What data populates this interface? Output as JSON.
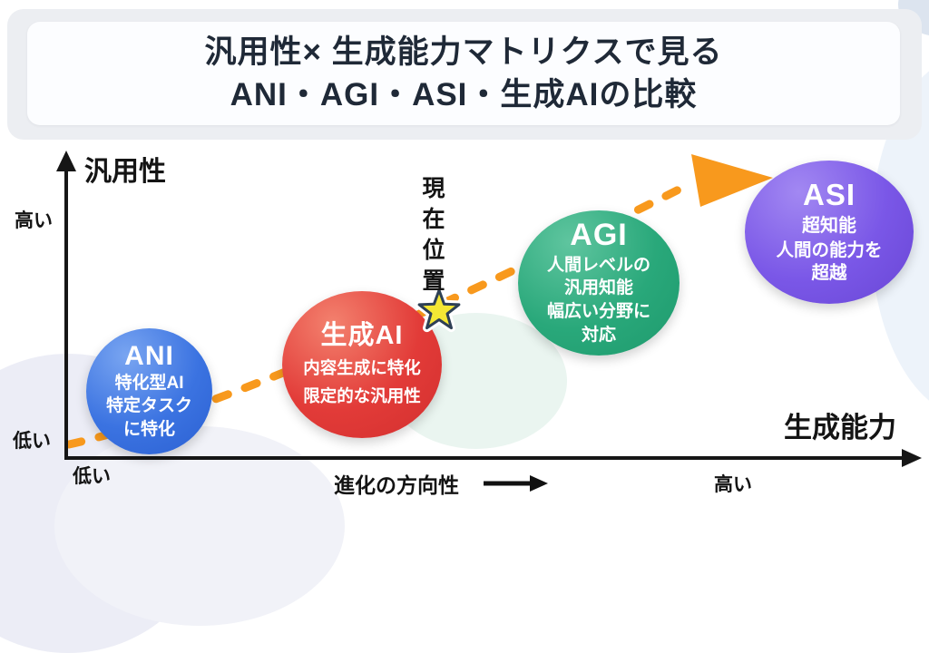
{
  "title": {
    "line1": "汎用性× 生成能力マトリクスで見る",
    "line2": "ANI・AGI・ASI・生成AIの比較"
  },
  "axes": {
    "y_label": "汎用性",
    "y_high": "高い",
    "y_low": "低い",
    "x_label": "生成能力",
    "x_low": "低い",
    "x_high": "高い",
    "direction_label": "進化の方向性"
  },
  "current_position_label": "現在位置",
  "bubbles": {
    "ani": {
      "title": "ANI",
      "line1": "特化型AI",
      "line2": "特定タスク",
      "line3": "に特化",
      "color": "#3B73E1"
    },
    "gen": {
      "title": "生成AI",
      "line1": "内容生成に特化",
      "line2": "限定的な汎用性",
      "color": "#E23B38"
    },
    "agi": {
      "title": "AGI",
      "line1": "人間レベルの",
      "line2": "汎用知能",
      "line3": "幅広い分野に",
      "line4": "対応",
      "color": "#29A87A"
    },
    "asi": {
      "title": "ASI",
      "line1": "超知能",
      "line2": "人間の能力を",
      "line3": "超越",
      "color": "#7A57E7"
    }
  },
  "colors": {
    "arrow_orange": "#F8991D",
    "star_yellow": "#F4E734",
    "star_outline": "#2E4055",
    "axis_black": "#161616",
    "title_navy": "#1F2937",
    "banner_band": "#ECEEF2"
  }
}
